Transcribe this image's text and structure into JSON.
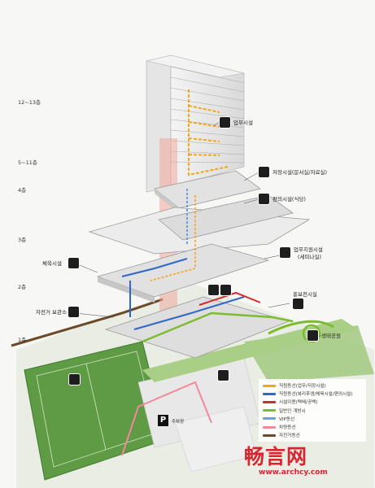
{
  "floors": [
    "12~13층",
    "5~11층",
    "4층",
    "3층",
    "2층",
    "1층"
  ],
  "labels": {
    "office": "업무시설",
    "archive": "저장시설(문서실/자료실)",
    "convenience": "편의시설(식당)",
    "support": "업무지원시설",
    "support_sub": "(세미나실)",
    "sports": "체육시설",
    "bike": "자전거 보관소",
    "pr": "홍보전시실",
    "eco_park": "생태공원",
    "parking": "주차장"
  },
  "parking_glyph": "P",
  "legend": [
    {
      "text": "직원동선(업무/저장시설)",
      "color": "#f3a51d"
    },
    {
      "text": "직원동선(복리후생/체육시설/편의시설)",
      "color": "#2f66c9"
    },
    {
      "text": "시설이용(택배/공백)",
      "color": "#d42a2a"
    },
    {
      "text": "일반인 개방시",
      "color": "#7dbb2f"
    },
    {
      "text": "VIP동선",
      "color": "#6a9fe0"
    },
    {
      "text": "차량동선",
      "color": "#f08a9a"
    },
    {
      "text": "자전거동선",
      "color": "#6b4a2a"
    }
  ],
  "icons": [
    "office-icon",
    "archive-icon",
    "restaurant-icon",
    "meeting-icon",
    "sports-icon",
    "bicycle-icon",
    "family-icon",
    "exhibition-icon",
    "eco-park-icon",
    "tennis-icon"
  ],
  "watermark": {
    "title": "畅言网",
    "url": "www.archcy.com"
  }
}
